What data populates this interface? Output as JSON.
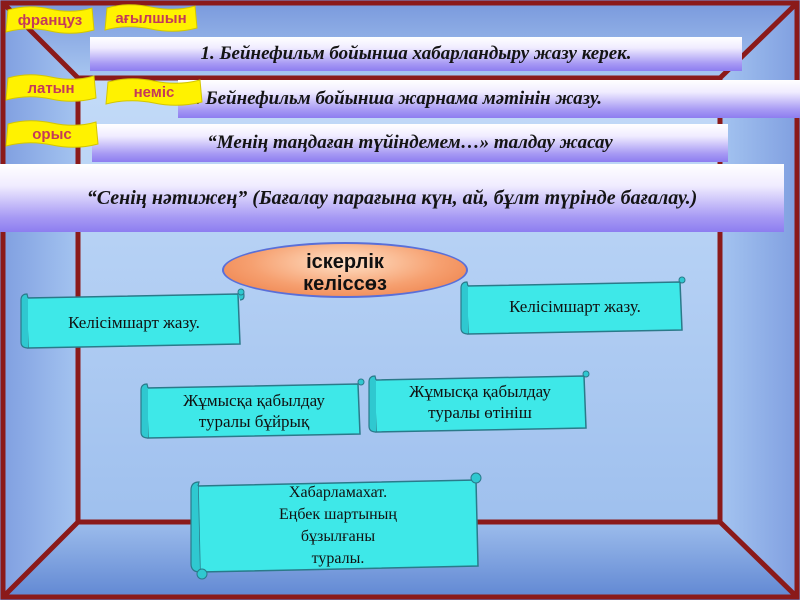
{
  "flags": {
    "french": "француз",
    "english": "ағылшын",
    "latin": "латын",
    "german": "неміс",
    "russian": "орыс"
  },
  "tasks": {
    "task1": "1. Бейнефильм бойынша хабарландыру жазу керек.",
    "task2": ". Бейнефильм бойынша жарнама мәтінін жазу.",
    "task3": "“Менің таңдаған түйіндемем…» талдау жасау",
    "task4": "“Сенің нәтижең” (Бағалау парағына күн, ай, бұлт түрінде бағалау.)"
  },
  "center_topic": "іскерлік\nкеліссөз",
  "scrolls": {
    "contract_left": "Келісімшарт жазу.",
    "contract_right": "Келісімшарт жазу.",
    "hiring_order": "Жұмысқа қабылдау\nтуралы бұйрық",
    "hiring_application": "Жұмысқа қабылдау\nтуралы өтініш",
    "notice": "Хабарламахат.\nЕңбек шартының\nбұзылғаны\nтуралы."
  },
  "colors": {
    "flag_fill": "#fff200",
    "flag_text": "#c43a5a",
    "room_frame": "#8b1a1a",
    "room_back": "#a9c8f2",
    "room_side": "#8fb2e6",
    "room_floor": "#6e94d8",
    "banner_bottom": "#8d7df0",
    "oval": "#f39060",
    "scroll_fill": "#3ee8e8"
  }
}
